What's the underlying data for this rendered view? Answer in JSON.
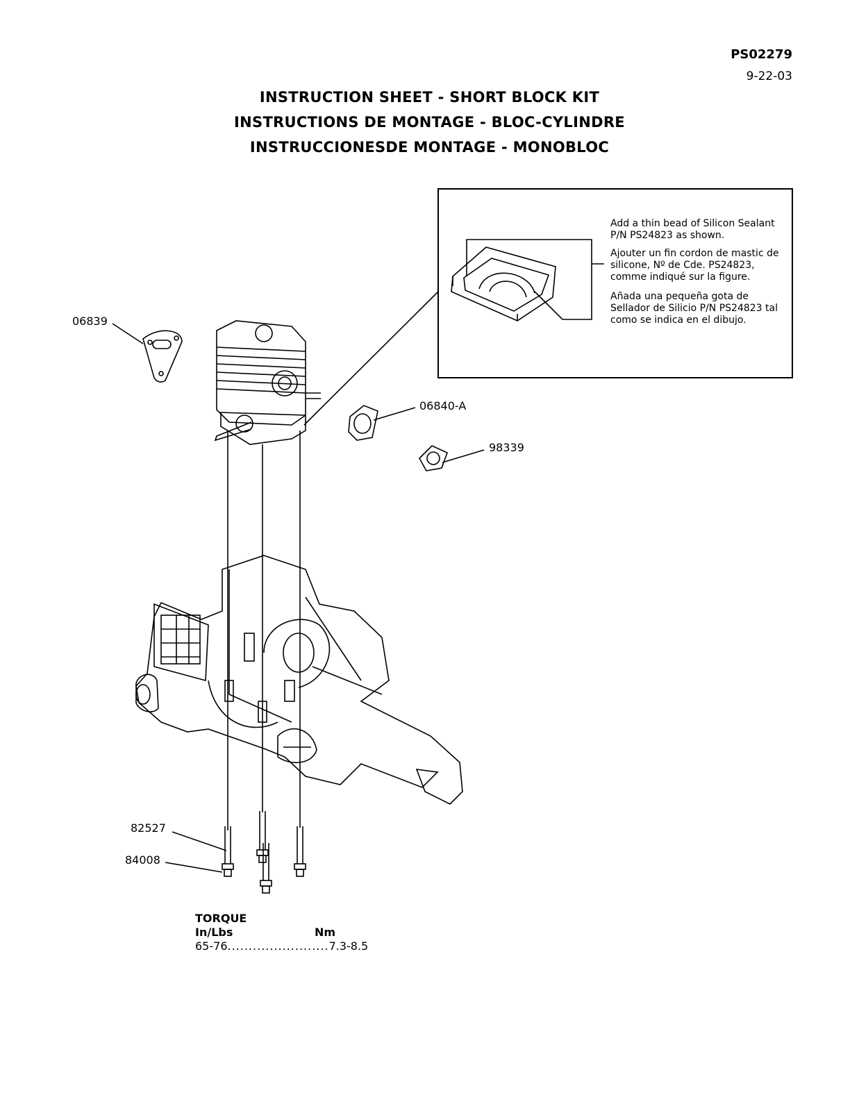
{
  "header": {
    "doc_number": "PS02279",
    "date": "9-22-03",
    "title_en": "INSTRUCTION SHEET - SHORT BLOCK KIT",
    "title_fr": "INSTRUCTIONS DE MONTAGE - BLOC-CYLINDRE",
    "title_es": "INSTRUCCIONESDE MONTAGE - MONOBLOC"
  },
  "inset": {
    "note_en": "Add a thin bead of Silicon Sealant P/N PS24823 as shown.",
    "note_fr": "Ajouter un fin cordon de mastic de silicone, Nº de Cde. PS24823, comme indiqué sur la figure.",
    "note_es": "Añada una pequeña gota de Sellador de Silicio P/N PS24823 tal como se indica en el dibujo."
  },
  "parts": {
    "gasket_top": "06839",
    "gasket_mid": "06840-A",
    "gasket_small": "98339",
    "screw": "82527",
    "washer": "84008"
  },
  "torque": {
    "title": "TORQUE",
    "col1": "In/Lbs",
    "col2": "Nm",
    "value_inlbs": "65-76",
    "leader": "........................",
    "value_nm": "7.3-8.5"
  }
}
